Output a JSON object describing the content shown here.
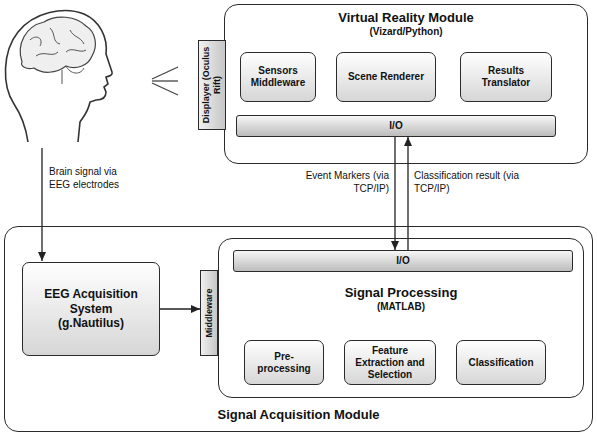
{
  "diagram": {
    "nodes": [
      {
        "text": [
          "Virtual Reality Module",
          "(Vizard/Python)"
        ]
      },
      {
        "text": [
          "Sensors Middleware"
        ],
        "in": 0
      },
      {
        "text": [
          "Scene Renderer"
        ],
        "in": 0
      },
      {
        "text": [
          "Results Translator"
        ],
        "in": 0
      },
      {
        "text": [
          "I/O"
        ],
        "in": 0
      },
      {
        "text": [
          "Displayer (Oculus Rift)"
        ]
      },
      {
        "text": [
          "Signal Acquisition Module"
        ]
      },
      {
        "text": [
          "EEG Acquisition System",
          "(g.Nautilus)"
        ],
        "in": 6
      },
      {
        "text": [
          "Middleware"
        ],
        "in": 6
      },
      {
        "text": [
          "Signal Processing",
          "(MATLAB)"
        ],
        "in": 6
      },
      {
        "text": [
          "I/O"
        ],
        "in": 9
      },
      {
        "text": [
          "Pre-processing"
        ],
        "in": 9
      },
      {
        "text": [
          "Feature Extraction and Selection"
        ],
        "in": 9
      },
      {
        "text": [
          "Classification"
        ],
        "in": 9
      }
    ],
    "edges": [
      {
        "from": 4,
        "to": 10,
        "arrow": "to",
        "label": "Event Markers (via TCP/IP)"
      },
      {
        "from": 10,
        "to": 4,
        "arrow": "to",
        "label": "Classification result (via TCP/IP)"
      },
      {
        "from": 7,
        "to": 8,
        "arrow": "to"
      }
    ],
    "labels": [
      "Brain signal via EEG electrodes"
    ]
  }
}
